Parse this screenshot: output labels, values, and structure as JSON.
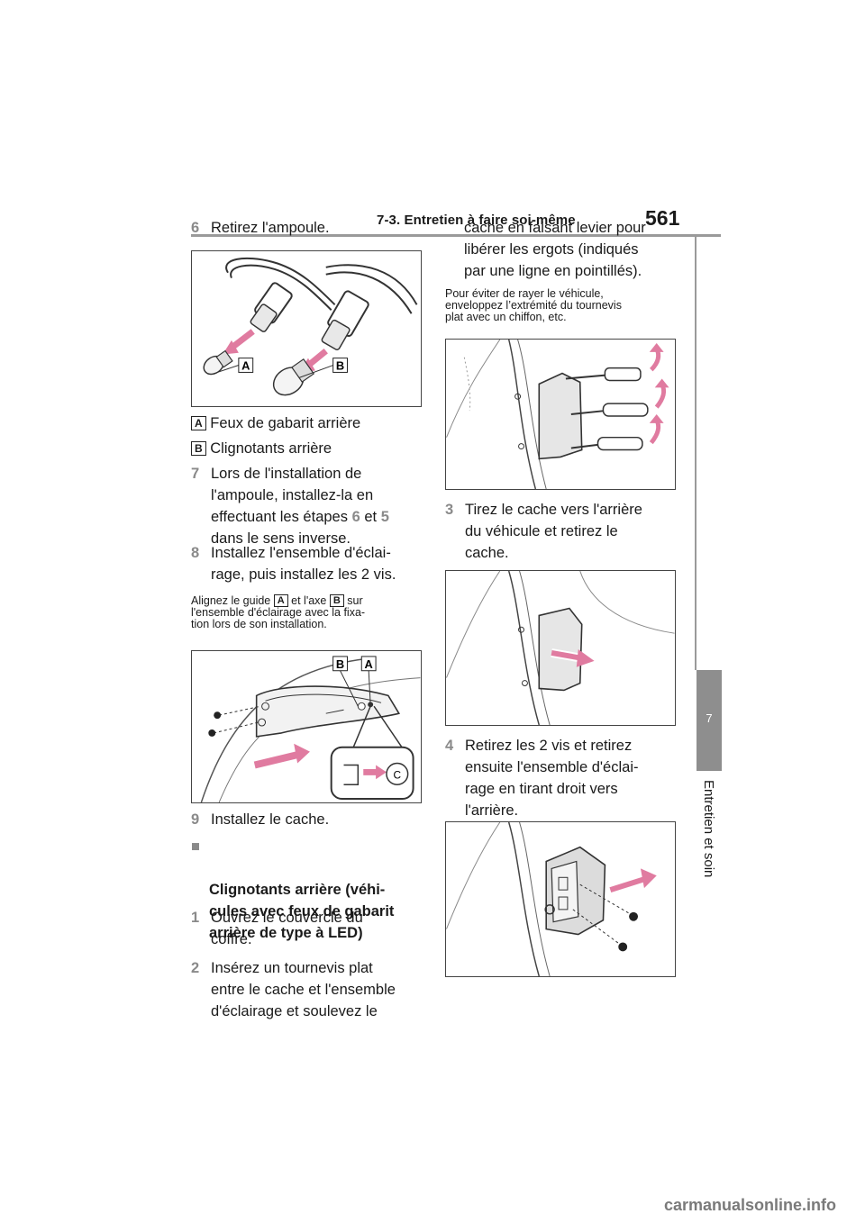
{
  "header": {
    "section": "7-3. Entretien à faire soi-même",
    "page_number": "561"
  },
  "sidebar": {
    "chapter_number": "7",
    "chapter_title": "Entretien et soin"
  },
  "left": {
    "step6": {
      "num": "6",
      "text": "Retirez l'ampoule."
    },
    "legend_a": {
      "badge": "A",
      "text": "Feux de gabarit arrière"
    },
    "legend_b": {
      "badge": "B",
      "text": "Clignotants arrière"
    },
    "step7": {
      "num": "7",
      "text_1": "Lors de l'installation de\nl'ampoule, installez-la en\neffectuant les étapes ",
      "ref_a": "6",
      "text_2": " et ",
      "ref_b": "5",
      "text_3": "\ndans le sens inverse."
    },
    "step8": {
      "num": "8",
      "text": "Installez l'ensemble d'éclai-\nrage, puis installez les 2 vis."
    },
    "note": {
      "text_1": "Alignez le guide ",
      "badge_a": "A",
      "text_2": " et l'axe ",
      "badge_b": "B",
      "text_3": " sur",
      "line_2": "l'ensemble d'éclairage avec la fixa-\ntion lors de son installation."
    },
    "step9": {
      "num": "9",
      "text": "Installez le cache."
    },
    "section_heading": {
      "bullet": "■",
      "text": "Clignotants arrière (véhi-\ncules avec feux de gabarit\narrière de type à LED)"
    },
    "step1": {
      "num": "1",
      "text": "Ouvrez le couvercle du\ncoffre."
    },
    "step2": {
      "num": "2",
      "text": "Insérez un tournevis plat\nentre le cache et l'ensemble\nd'éclairage et soulevez le"
    }
  },
  "right": {
    "step2_cont": "cache en faisant levier pour\nlibérer les ergots (indiqués\npar une ligne en pointillés).",
    "note": "Pour éviter de rayer le véhicule,\nenveloppez l’extrémité du tournevis\nplat avec un chiffon, etc.",
    "step3": {
      "num": "3",
      "text": "Tirez le cache vers l'arrière\ndu véhicule et retirez le\ncache."
    },
    "step4": {
      "num": "4",
      "text": "Retirez les 2 vis et retirez\nensuite l'ensemble d'éclai-\nrage en tirant droit vers\nl'arrière."
    }
  },
  "figures": {
    "bulbs": {
      "label_a": "A",
      "label_b": "B"
    },
    "lamp": {
      "label_b": "B",
      "label_a": "A",
      "label_c": "C"
    }
  },
  "watermark": "carmanualsonline.info",
  "colors": {
    "arrow": "#e07ba0",
    "rule": "#9a9a9a",
    "tab": "#8e8e8e",
    "step_number": "#8a8a8a"
  }
}
